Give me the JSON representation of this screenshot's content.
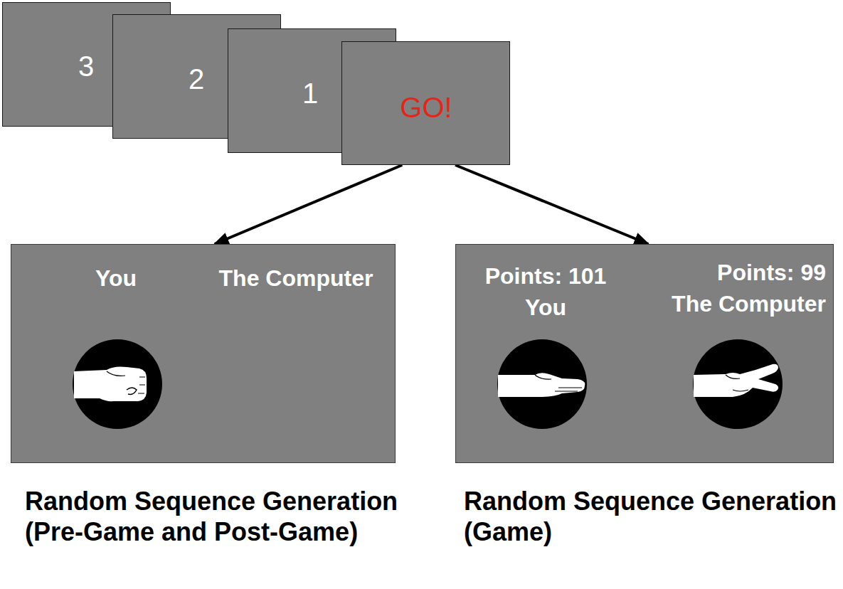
{
  "diagram": {
    "nodes": [
      {
        "text": [
          "3"
        ]
      },
      {
        "text": [
          "2"
        ]
      },
      {
        "text": [
          "1"
        ]
      },
      {
        "text": [
          "GO!"
        ]
      },
      {
        "text": [
          "You",
          "The Computer"
        ]
      },
      {
        "text": [
          "Points: 101",
          "You",
          "Points: 99",
          "The Computer"
        ]
      }
    ],
    "edges": [
      {
        "from": 3,
        "to": 4,
        "arrow": "to"
      },
      {
        "from": 3,
        "to": 5,
        "arrow": "to"
      }
    ],
    "labels": [
      "Random Sequence Generation (Pre-Game and Post-Game)",
      "Random Sequence Generation (Game)"
    ]
  }
}
